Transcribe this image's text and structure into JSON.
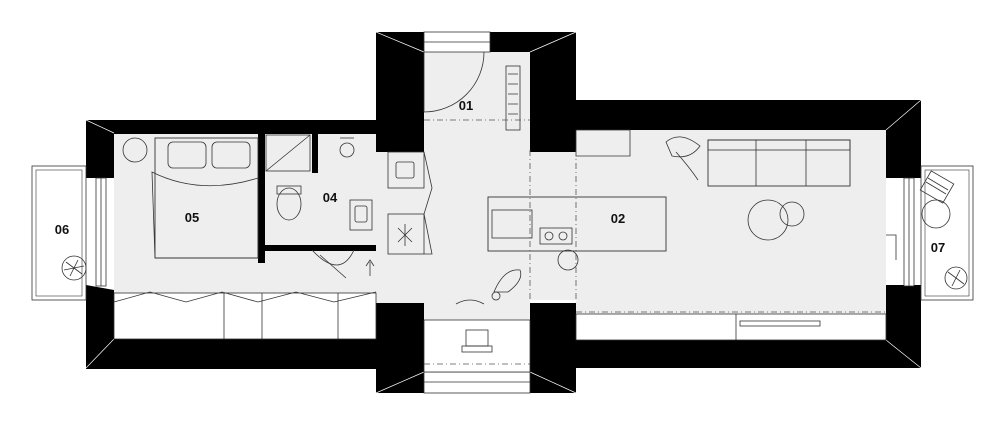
{
  "plan": {
    "rooms": [
      {
        "id": "01",
        "label": "01"
      },
      {
        "id": "02",
        "label": "02"
      },
      {
        "id": "04",
        "label": "04"
      },
      {
        "id": "05",
        "label": "05"
      },
      {
        "id": "06",
        "label": "06"
      },
      {
        "id": "07",
        "label": "07"
      }
    ],
    "colors": {
      "wall": "#000000",
      "floor": "#eeeeee",
      "balcony": "#ffffff",
      "line": "#333333"
    }
  }
}
